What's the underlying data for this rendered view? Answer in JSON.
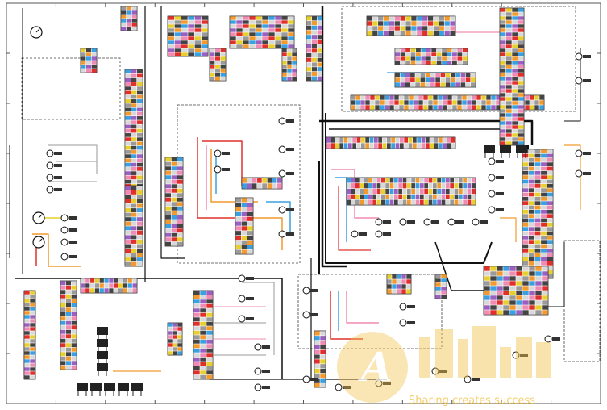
{
  "document": {
    "kind": "electrical wiring schematic",
    "border_ticks": 12
  },
  "colors": {
    "wire_black": "#111111",
    "wire_pink": "#f08cb4",
    "wire_red": "#e0302c",
    "wire_blue": "#3aa0e0",
    "wire_orange": "#f29a2e",
    "wire_yellow": "#e8cf30",
    "wire_grey": "#9a9a9a",
    "wire_purple": "#9b5fc0",
    "watermark": "#f3c24a"
  },
  "watermark": {
    "logo_letter": "A",
    "slogan": "Sharing creates success"
  }
}
